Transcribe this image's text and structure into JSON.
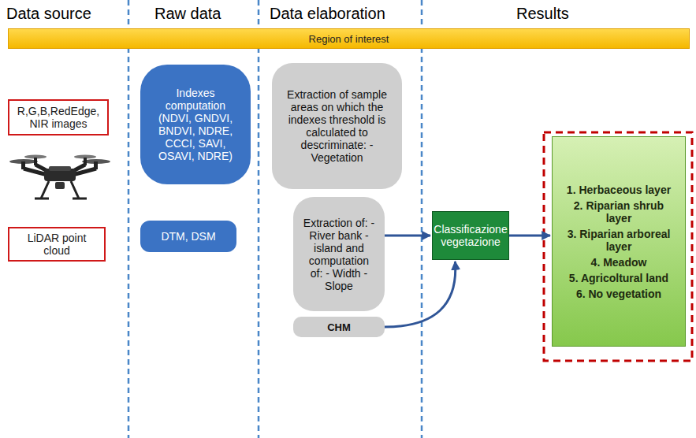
{
  "diagram": {
    "nodes": [
      {
        "text": [
          "Region of interest"
        ]
      },
      {
        "text": [
          "R,G,B,RedEdge, NIR images"
        ]
      },
      {
        "text": [
          "Indexes computation (NDVI, GNDVI, BNDVI, NDRE, CCCI, SAVI, OSAVI, NDRE)"
        ]
      },
      {
        "text": [
          "Extraction of sample areas on which the indexes threshold is calculated to descriminate: - Vegetation"
        ]
      },
      {
        "text": [
          "LiDAR point cloud"
        ]
      },
      {
        "text": [
          "DTM, DSM"
        ]
      },
      {
        "text": [
          "Extraction of: - River bank - island and computation of: - Width - Slope"
        ]
      },
      {
        "text": [
          "CHM"
        ]
      },
      {
        "text": [
          "Classificazione vegetazione"
        ]
      },
      {
        "text": [
          "1. Herbaceous layer",
          "2. Riparian shrub layer",
          "3. Riparian arboreal layer",
          "4. Meadow",
          "5. Agricoltural land",
          "6. No vegetation"
        ]
      }
    ],
    "edges": [
      {
        "from": 6,
        "to": 8,
        "arrow": "to"
      },
      {
        "from": 7,
        "to": 8,
        "arrow": "to"
      },
      {
        "from": 8,
        "to": 9,
        "arrow": "to"
      }
    ],
    "labels": [
      "Data source",
      "Raw data",
      "Data elaboration",
      "Results"
    ]
  }
}
